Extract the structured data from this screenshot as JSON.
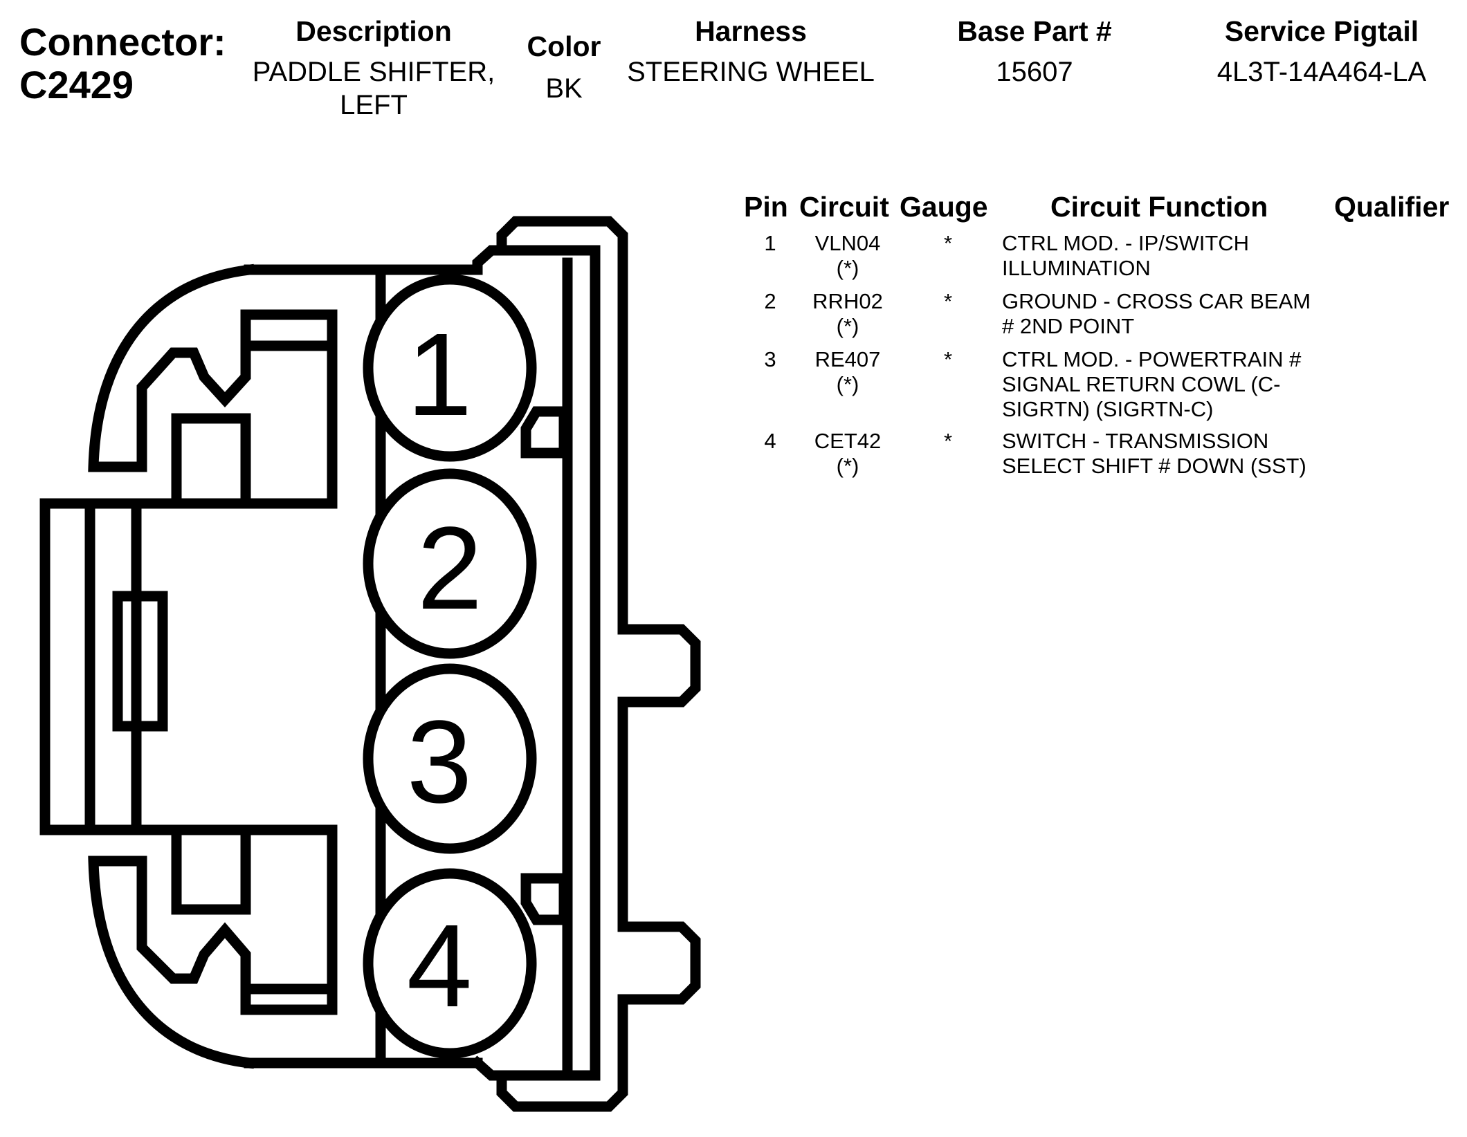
{
  "header": {
    "connector_label": "Connector:",
    "connector_id": "C2429",
    "description_label": "Description",
    "description_line1": "PADDLE SHIFTER,",
    "description_line2": "LEFT",
    "color_label": "Color",
    "color_value": "BK",
    "harness_label": "Harness",
    "harness_value": "STEERING WHEEL",
    "base_part_label": "Base Part #",
    "base_part_value": "15607",
    "service_pigtail_label": "Service Pigtail",
    "service_pigtail_value": "4L3T-14A464-LA"
  },
  "table": {
    "headers": [
      "Pin",
      "Circuit",
      "Gauge",
      "Circuit Function",
      "Qualifier"
    ],
    "rows": [
      {
        "pin": "1",
        "circuit": "VLN04",
        "circuit_note": "(*)",
        "gauge": "*",
        "function_lines": [
          "CTRL MOD. - IP/SWITCH",
          "ILLUMINATION"
        ]
      },
      {
        "pin": "2",
        "circuit": "RRH02",
        "circuit_note": "(*)",
        "gauge": "*",
        "function_lines": [
          "GROUND - CROSS CAR BEAM",
          "# 2ND POINT"
        ]
      },
      {
        "pin": "3",
        "circuit": "RE407",
        "circuit_note": "(*)",
        "gauge": "*",
        "function_lines": [
          "CTRL MOD. - POWERTRAIN #",
          "SIGNAL RETURN COWL (C-",
          "SIGRTN) (SIGRTN-C)"
        ]
      },
      {
        "pin": "4",
        "circuit": "CET42",
        "circuit_note": "(*)",
        "gauge": "*",
        "function_lines": [
          "SWITCH - TRANSMISSION",
          "SELECT SHIFT # DOWN (SST)"
        ]
      }
    ]
  },
  "diagram": {
    "pin_labels": [
      "1",
      "2",
      "3",
      "4"
    ],
    "stroke_color": "#000000"
  }
}
